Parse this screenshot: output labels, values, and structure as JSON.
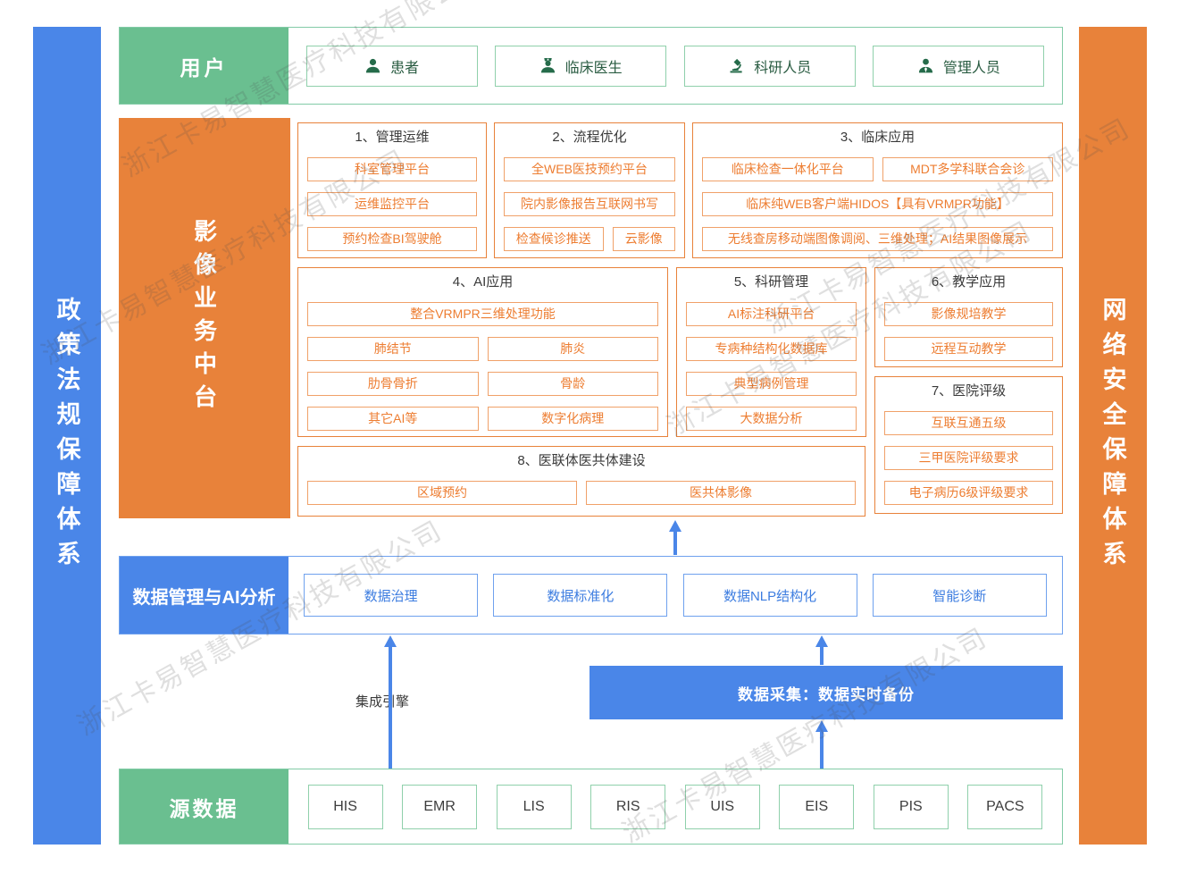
{
  "watermark": {
    "text": "浙江卡易智慧医疗科技有限公司"
  },
  "colors": {
    "green": "#6abf90",
    "orange": "#e8823a",
    "blue": "#4a86e8"
  },
  "left_bar": {
    "label": "政策法规保障体系"
  },
  "right_bar": {
    "label": "网络安全保障体系"
  },
  "users": {
    "label": "用户",
    "items": [
      {
        "icon": "patient-icon",
        "label": "患者"
      },
      {
        "icon": "doctor-icon",
        "label": "临床医生"
      },
      {
        "icon": "microscope-icon",
        "label": "科研人员"
      },
      {
        "icon": "manager-icon",
        "label": "管理人员"
      }
    ]
  },
  "platform": {
    "label": "影像业务中台",
    "sections": {
      "s1": {
        "title": "1、管理运维",
        "items": [
          "科室管理平台",
          "运维监控平台",
          "预约检查BI驾驶舱"
        ]
      },
      "s2": {
        "title": "2、流程优化",
        "items": [
          "全WEB医技预约平台",
          "院内影像报告互联网书写",
          "检查候诊推送",
          "云影像"
        ]
      },
      "s3": {
        "title": "3、临床应用",
        "items": [
          "临床检查一体化平台",
          "MDT多学科联合会诊",
          "临床纯WEB客户端HIDOS【具有VRMPR功能】",
          "无线查房移动端图像调阅、三维处理；AI结果图像展示"
        ]
      },
      "s4": {
        "title": "4、AI应用",
        "items": [
          "整合VRMPR三维处理功能",
          "肺结节",
          "肺炎",
          "肋骨骨折",
          "骨龄",
          "其它AI等",
          "数字化病理"
        ]
      },
      "s5": {
        "title": "5、科研管理",
        "items": [
          "AI标注科研平台",
          "专病种结构化数据库",
          "典型病例管理",
          "大数据分析"
        ]
      },
      "s6": {
        "title": "6、教学应用",
        "items": [
          "影像规培教学",
          "远程互动教学"
        ]
      },
      "s7": {
        "title": "7、医院评级",
        "items": [
          "互联互通五级",
          "三甲医院评级要求",
          "电子病历6级评级要求"
        ]
      },
      "s8": {
        "title": "8、医联体医共体建设",
        "items": [
          "区域预约",
          "医共体影像"
        ]
      }
    }
  },
  "data_mgmt": {
    "label": "数据管理与AI分析",
    "items": [
      "数据治理",
      "数据标准化",
      "数据NLP结构化",
      "智能诊断"
    ]
  },
  "connectors": {
    "integration_engine_label": "集成引擎",
    "data_collection_label": "数据采集：数据实时备份"
  },
  "source_data": {
    "label": "源数据",
    "items": [
      "HIS",
      "EMR",
      "LIS",
      "RIS",
      "UIS",
      "EIS",
      "PIS",
      "PACS"
    ]
  }
}
